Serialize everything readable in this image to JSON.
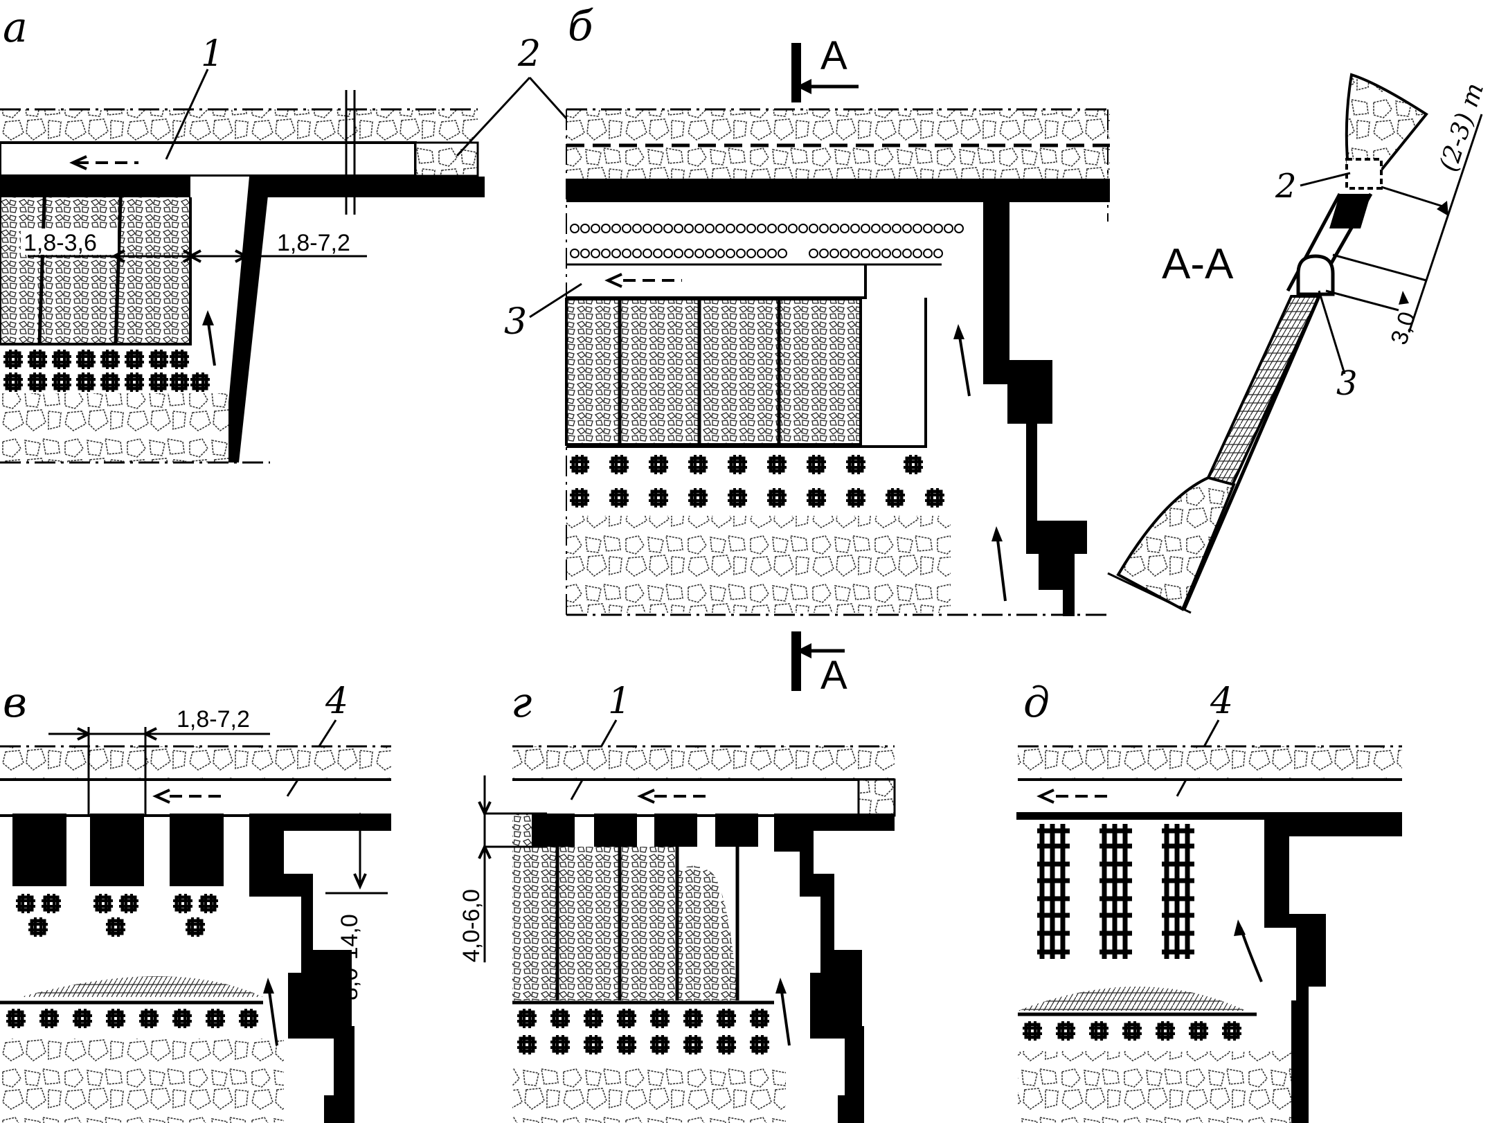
{
  "panels": {
    "a": {
      "letter": "а",
      "callout_1": "1",
      "dim_pillar": "1,8-3,6",
      "dim_gap": "1,8-7,2"
    },
    "b": {
      "letter": "б",
      "callout_2": "2",
      "callout_3": "3",
      "section_top": "А",
      "section_bottom": "А"
    },
    "section_view": {
      "title": "А-А",
      "callout_2": "2",
      "callout_3": "3",
      "dim_top": "(2-3) m",
      "dim_bottom": "3,0"
    },
    "v": {
      "letter": "в",
      "callout_4": "4",
      "dim_width": "1,8-7,2",
      "dim_height": "8,0-14,0"
    },
    "g": {
      "letter": "г",
      "callout_1": "1",
      "dim_height": "4,0-6,0"
    },
    "d": {
      "letter": "д",
      "callout_4": "4"
    }
  },
  "colors": {
    "ink": "#000000",
    "paper": "#ffffff",
    "rock_hatch": "#555555"
  }
}
